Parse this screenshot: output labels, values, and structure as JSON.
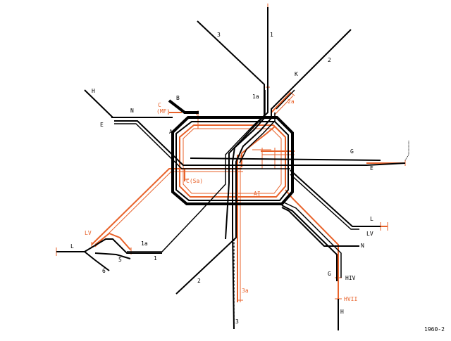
{
  "colors": {
    "line": "#000000",
    "planned": "#e8622a",
    "background": "#ffffff"
  },
  "labels": {
    "l3_top": "3",
    "l1_top": "1",
    "l2_top": "2",
    "k": "K",
    "l1a_top": "1a",
    "l2a": "2a",
    "h_top": "H",
    "b": "B",
    "c_mf": "C\n(MF)",
    "n_top": "N",
    "e_left": "E",
    "a": "A",
    "g_right": "G",
    "e_right": "E",
    "c_sa": "C(Sa)",
    "ai": "AI",
    "l_right": "L",
    "lv_right": "LV",
    "lv_left": "LV",
    "l_left": "L",
    "l1a_bottom": "1a",
    "l5": "5",
    "l1_bottom": "1",
    "l6": "6",
    "n_bottom": "N",
    "g_bottom": "G",
    "hiv": "HIV",
    "hvii": "HVII",
    "h_bottom": "H",
    "l2_bottom": "2",
    "l3a": "3a",
    "l3_bottom": "3",
    "year": "1960-2"
  }
}
